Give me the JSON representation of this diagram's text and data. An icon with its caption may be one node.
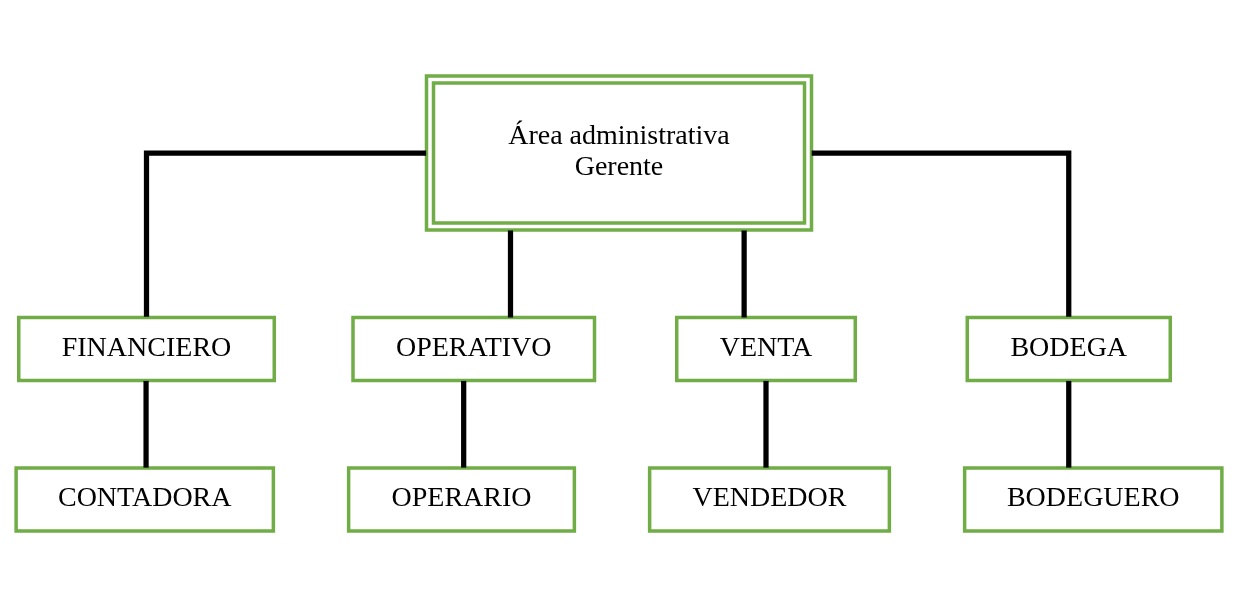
{
  "diagram": {
    "nodes": [
      {
        "text": [
          "Área administrativa",
          "Gerente"
        ]
      },
      {
        "text": [
          "FINANCIERO"
        ]
      },
      {
        "text": [
          "OPERATIVO"
        ]
      },
      {
        "text": [
          "VENTA"
        ]
      },
      {
        "text": [
          "BODEGA"
        ]
      },
      {
        "text": [
          "CONTADORA"
        ]
      },
      {
        "text": [
          "OPERARIO"
        ]
      },
      {
        "text": [
          "VENDEDOR"
        ]
      },
      {
        "text": [
          "BODEGUERO"
        ]
      }
    ],
    "edges": [
      {
        "from": 0,
        "to": 1,
        "arrow": "none"
      },
      {
        "from": 0,
        "to": 2,
        "arrow": "none"
      },
      {
        "from": 0,
        "to": 3,
        "arrow": "none"
      },
      {
        "from": 0,
        "to": 4,
        "arrow": "none"
      },
      {
        "from": 1,
        "to": 5,
        "arrow": "none"
      },
      {
        "from": 2,
        "to": 6,
        "arrow": "none"
      },
      {
        "from": 3,
        "to": 7,
        "arrow": "none"
      },
      {
        "from": 4,
        "to": 8,
        "arrow": "none"
      }
    ]
  }
}
